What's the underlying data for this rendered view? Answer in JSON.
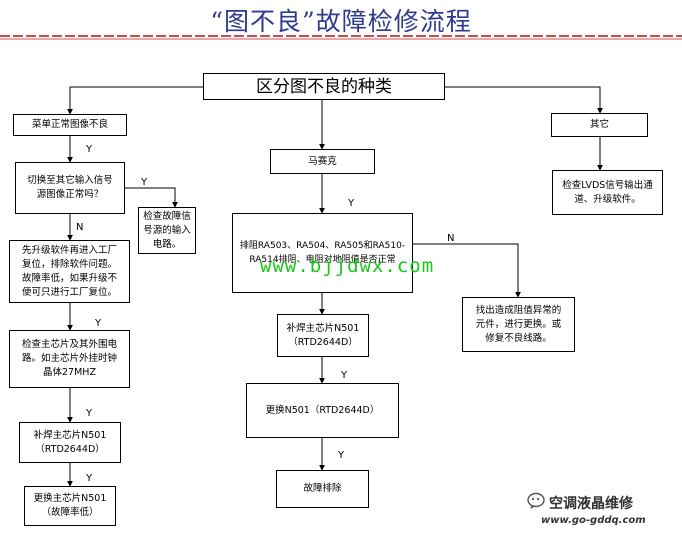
{
  "title": "“图不良”故障检修流程",
  "nodes": {
    "root": "区分图不良的种类",
    "menu_ok": "菜单正常图像不良",
    "other": "其它",
    "mosaic": "马赛克",
    "switch_input": "切换至其它输入信号\n源图像正常吗？",
    "check_input": "检查故障信\n号源的输入\n电路。",
    "upgrade": "先升级软件再进入工厂\n复位，排除软件问题。\n故障率低，如果升级不\n便可只进行工厂复位。",
    "check_chip": "检查主芯片及其外围电\n路。如主芯片外挂时钟\n晶体27MHZ",
    "resolder_1": "补焊主芯片N501\n（RTD2644D）",
    "replace_1": "更换主芯片N501\n（故障率低）",
    "check_resistors": "排阻RA503、RA504、RA505和RA510-\nRA514排阻、电阻对地阻值是否正常",
    "resolder_2": "补焊主芯片N501\n（RTD2644D）",
    "replace_2": "更换N501（RTD2644D）",
    "fixed": "故障排除",
    "find_fault": "找出造成阻值异常的\n元件，进行更换。或\n修复不良线路。",
    "check_lvds": "检查LVDS信号输出通\n道、升级软件。"
  },
  "labels": {
    "y1": "Y",
    "y2": "Y",
    "n1": "N",
    "y3": "Y",
    "y4": "Y",
    "y5": "Y",
    "y6": "Y",
    "n2": "N",
    "y7": "Y",
    "y8": "Y"
  },
  "watermark": "www.bjjdwx.com",
  "logo": {
    "name": "空调液晶维修",
    "url": "www.go-gddq.com"
  }
}
